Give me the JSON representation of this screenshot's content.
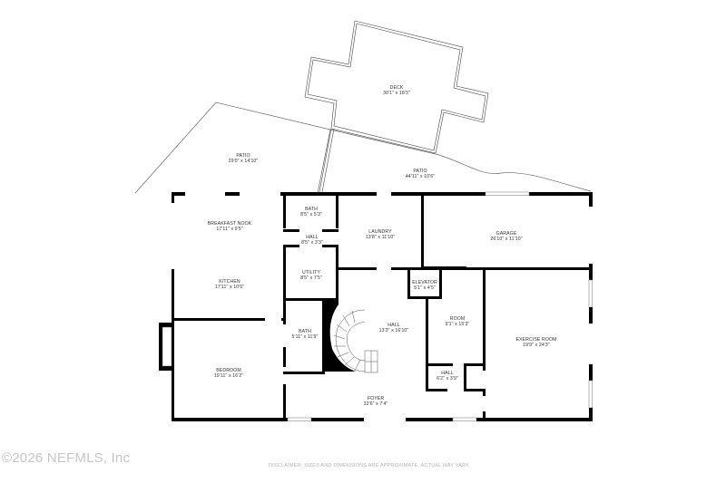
{
  "floorplan": {
    "rooms": [
      {
        "id": "deck",
        "name": "DECK",
        "dims": "30'1\" x 18'3\""
      },
      {
        "id": "patio-left",
        "name": "PATIO",
        "dims": "29'0\" x 14'10\""
      },
      {
        "id": "patio-right",
        "name": "PATIO",
        "dims": "44'11\" x 10'6\""
      },
      {
        "id": "breakfast-nook",
        "name": "BREAKFAST NOOK",
        "dims": "17'11\" x 9'5\""
      },
      {
        "id": "kitchen",
        "name": "KITCHEN",
        "dims": "17'11\" x 10'6\""
      },
      {
        "id": "bath-upper",
        "name": "BATH",
        "dims": "8'5\" x 5'3\""
      },
      {
        "id": "hall-small",
        "name": "HALL",
        "dims": "8'5\" x 3'3\""
      },
      {
        "id": "utility",
        "name": "UTILITY",
        "dims": "8'5\" x 7'5\""
      },
      {
        "id": "laundry",
        "name": "LAUNDRY",
        "dims": "13'8\" x 11'10\""
      },
      {
        "id": "garage",
        "name": "GARAGE",
        "dims": "26'10\" x 11'10\""
      },
      {
        "id": "elevator",
        "name": "ELEVATOR",
        "dims": "5'1\" x 4'5\""
      },
      {
        "id": "hall-main",
        "name": "HALL",
        "dims": "13'3\" x 16'10\""
      },
      {
        "id": "bath-lower",
        "name": "BATH",
        "dims": "5'11\" x 11'9\""
      },
      {
        "id": "room",
        "name": "ROOM",
        "dims": "9'1\" x 15'3\""
      },
      {
        "id": "hall-lower",
        "name": "HALL",
        "dims": "6'2\" x 3'9\""
      },
      {
        "id": "exercise-room",
        "name": "EXERCISE ROOM",
        "dims": "19'9\" x 24'3\""
      },
      {
        "id": "bedroom",
        "name": "BEDROOM",
        "dims": "19'11\" x 16'2\""
      },
      {
        "id": "foyer",
        "name": "FOYER",
        "dims": "32'6\" x 7'4\""
      }
    ]
  },
  "footer": {
    "copyright": "©2026 NEFMLS, Inc",
    "disclaimer": "DISCLAIMER: SIZES AND DIMENSIONS ARE APPROXIMATE. ACTUAL MAY VARY."
  }
}
